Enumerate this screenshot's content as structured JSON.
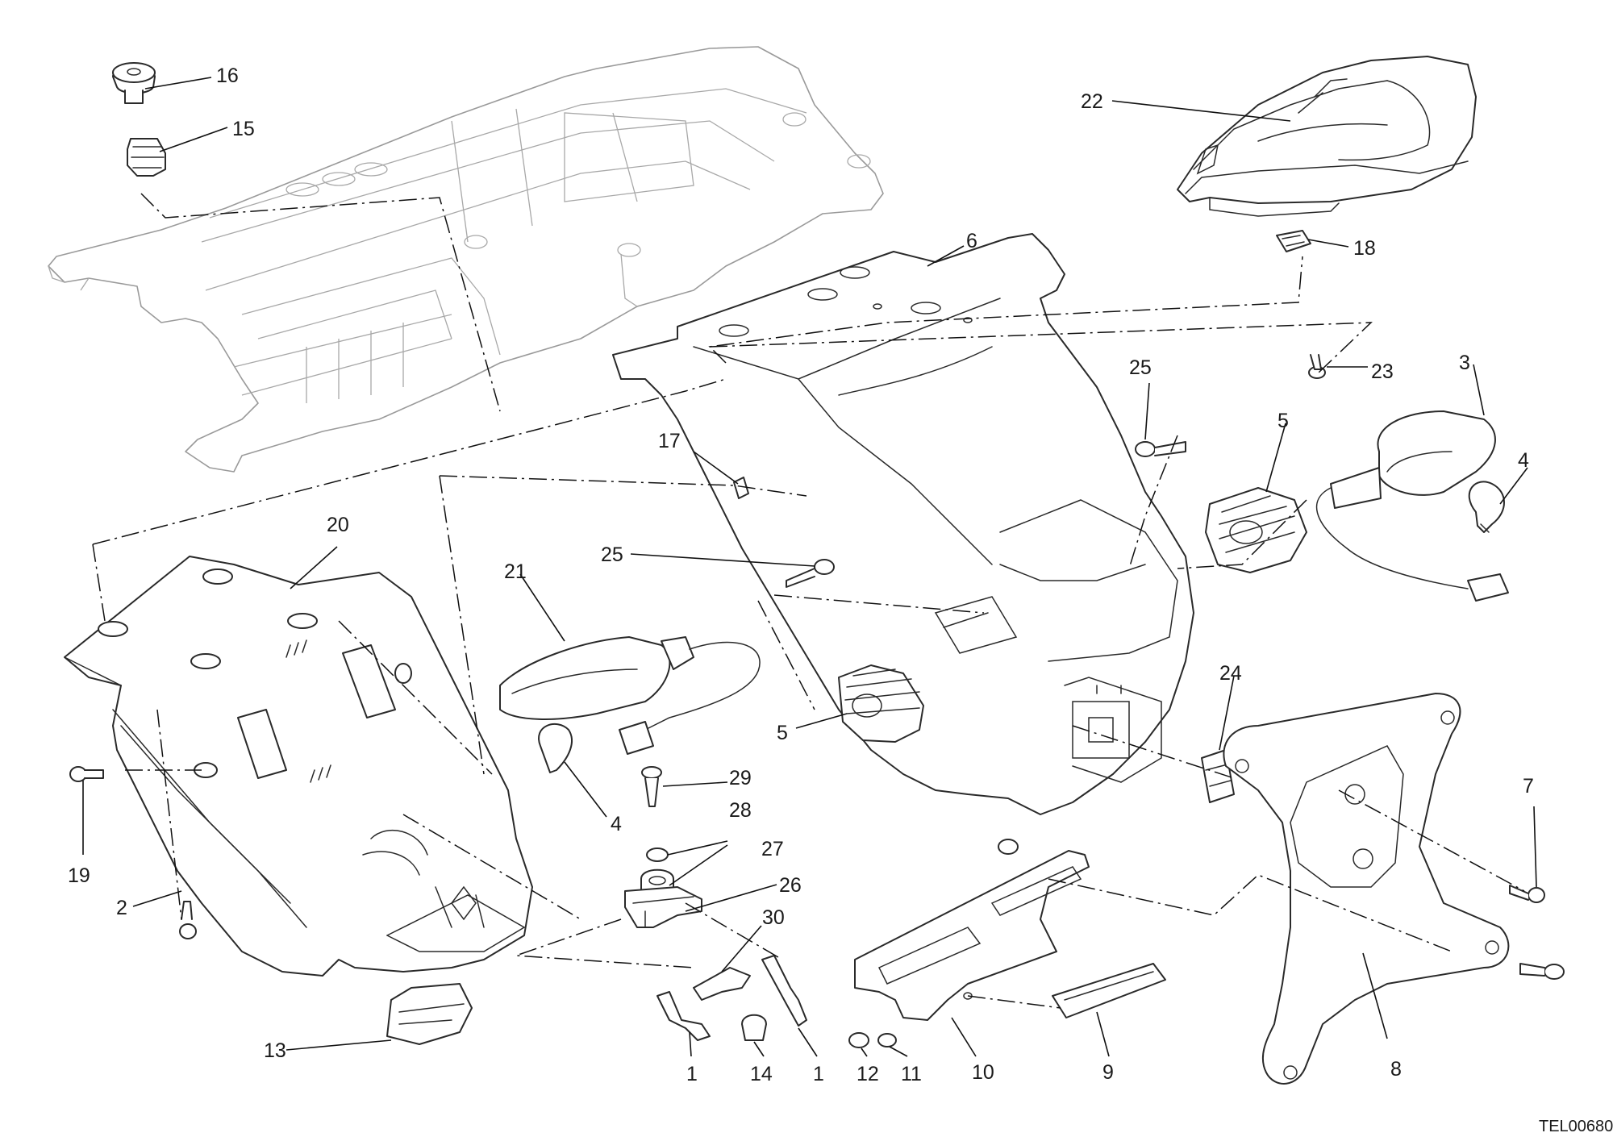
{
  "diagram": {
    "drawing_code": "TEL00680",
    "callouts": [
      {
        "id": "c16",
        "label": "16"
      },
      {
        "id": "c15",
        "label": "15"
      },
      {
        "id": "c22",
        "label": "22"
      },
      {
        "id": "c6",
        "label": "6"
      },
      {
        "id": "c18",
        "label": "18"
      },
      {
        "id": "c23",
        "label": "23"
      },
      {
        "id": "c3",
        "label": "3"
      },
      {
        "id": "c25a",
        "label": "25"
      },
      {
        "id": "c5a",
        "label": "5"
      },
      {
        "id": "c4a",
        "label": "4"
      },
      {
        "id": "c17",
        "label": "17"
      },
      {
        "id": "c20",
        "label": "20"
      },
      {
        "id": "c21",
        "label": "21"
      },
      {
        "id": "c25b",
        "label": "25"
      },
      {
        "id": "c5b",
        "label": "5"
      },
      {
        "id": "c24",
        "label": "24"
      },
      {
        "id": "c29",
        "label": "29"
      },
      {
        "id": "c4b",
        "label": "4"
      },
      {
        "id": "c28",
        "label": "28"
      },
      {
        "id": "c27",
        "label": "27"
      },
      {
        "id": "c26",
        "label": "26"
      },
      {
        "id": "c30",
        "label": "30"
      },
      {
        "id": "c19",
        "label": "19"
      },
      {
        "id": "c2",
        "label": "2"
      },
      {
        "id": "c7",
        "label": "7"
      },
      {
        "id": "c13",
        "label": "13"
      },
      {
        "id": "c1a",
        "label": "1"
      },
      {
        "id": "c14",
        "label": "14"
      },
      {
        "id": "c1b",
        "label": "1"
      },
      {
        "id": "c12",
        "label": "12"
      },
      {
        "id": "c11",
        "label": "11"
      },
      {
        "id": "c10",
        "label": "10"
      },
      {
        "id": "c9",
        "label": "9"
      },
      {
        "id": "c8",
        "label": "8"
      }
    ]
  }
}
